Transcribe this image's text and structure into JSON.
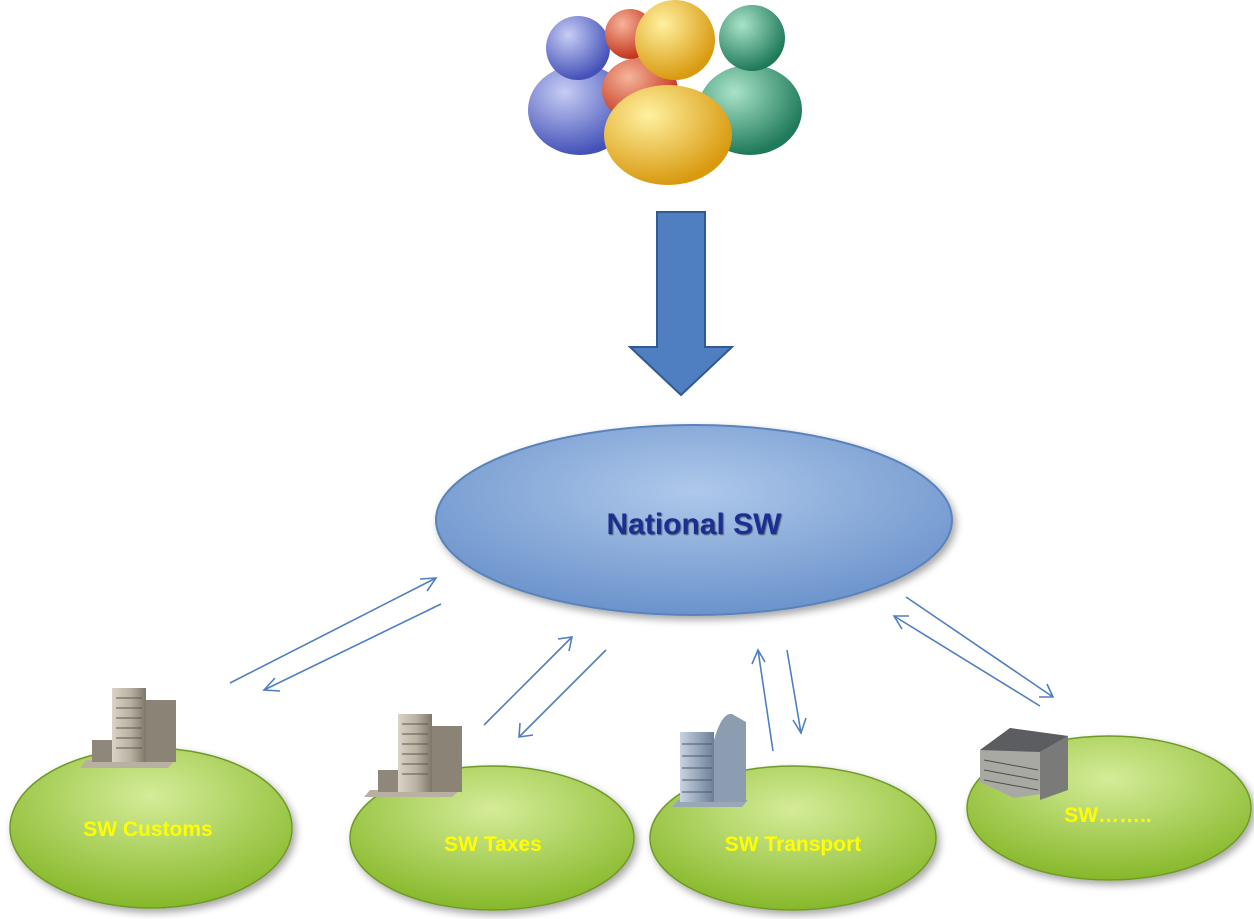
{
  "hub": {
    "label": "National SW",
    "label_color": "#1f2f8f",
    "fill_top": "#a9c4e6",
    "fill_bottom": "#6f97cf"
  },
  "users_icon": "users-group-icon",
  "down_arrow_color": "#4f7fc0",
  "link_arrow_color": "#4f7fc0",
  "nodes": [
    {
      "id": "customs",
      "label": "SW Customs",
      "building_icon": "office-tower-icon"
    },
    {
      "id": "taxes",
      "label": "SW Taxes",
      "building_icon": "office-tower-icon"
    },
    {
      "id": "transport",
      "label": "SW Transport",
      "building_icon": "glass-tower-icon"
    },
    {
      "id": "other",
      "label": "SW……..",
      "building_icon": "office-block-icon"
    }
  ],
  "node_style": {
    "fill_top": "#cde88a",
    "fill_bottom": "#8dbf2f",
    "label_color": "#ffff00"
  }
}
